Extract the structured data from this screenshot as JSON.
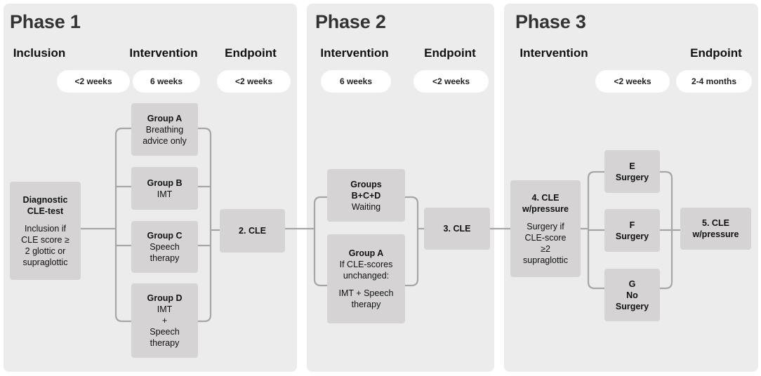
{
  "phases": [
    {
      "title": "Phase 1",
      "headers": [
        "Inclusion",
        "Intervention",
        "Endpoint"
      ],
      "pills": [
        "<2 weeks",
        "6 weeks",
        "<2 weeks"
      ]
    },
    {
      "title": "Phase 2",
      "headers": [
        "Intervention",
        "Endpoint"
      ],
      "pills": [
        "6 weeks",
        "<2 weeks"
      ]
    },
    {
      "title": "Phase 3",
      "headers": [
        "Intervention",
        "Endpoint"
      ],
      "pills": [
        "<2 weeks",
        "2-4 months"
      ]
    }
  ],
  "nodes": {
    "diagnostic": {
      "title": [
        "Diagnostic",
        "CLE-test"
      ],
      "body": [
        "Inclusion if",
        "CLE score ≥",
        "2 glottic or",
        "supraglottic"
      ]
    },
    "group_a": {
      "title": [
        "Group A"
      ],
      "body": [
        "Breathing",
        "advice only"
      ]
    },
    "group_b": {
      "title": [
        "Group B"
      ],
      "body": [
        "IMT"
      ]
    },
    "group_c": {
      "title": [
        "Group C"
      ],
      "body": [
        "Speech",
        "therapy"
      ]
    },
    "group_d": {
      "title": [
        "Group D"
      ],
      "body": [
        "IMT",
        "+",
        "Speech",
        "therapy"
      ]
    },
    "cle2": {
      "title": [
        "2. CLE"
      ],
      "body": []
    },
    "groups_bcd": {
      "title": [
        "Groups",
        "B+C+D"
      ],
      "body": [
        "Waiting"
      ]
    },
    "group_a2": {
      "title": [
        "Group A"
      ],
      "body": [
        "If CLE-scores",
        "unchanged:"
      ],
      "body2": [
        "IMT + Speech",
        "therapy"
      ]
    },
    "cle3": {
      "title": [
        "3. CLE"
      ],
      "body": []
    },
    "cle4": {
      "title": [
        "4. CLE",
        "w/pressure"
      ],
      "body": [
        "Surgery if",
        "CLE-score",
        "≥2",
        "supraglottic"
      ]
    },
    "group_e": {
      "title": [
        "E",
        "Surgery"
      ],
      "body": []
    },
    "group_f": {
      "title": [
        "F",
        "Surgery"
      ],
      "body": []
    },
    "group_g": {
      "title": [
        "G",
        "No",
        "Surgery"
      ],
      "body": []
    },
    "cle5": {
      "title": [
        "5. CLE",
        "w/pressure"
      ],
      "body": []
    }
  },
  "colors": {
    "panel": "#ececec",
    "box": "#d5d3d3",
    "pill": "#ffffff",
    "line": "#a6a6a6"
  }
}
